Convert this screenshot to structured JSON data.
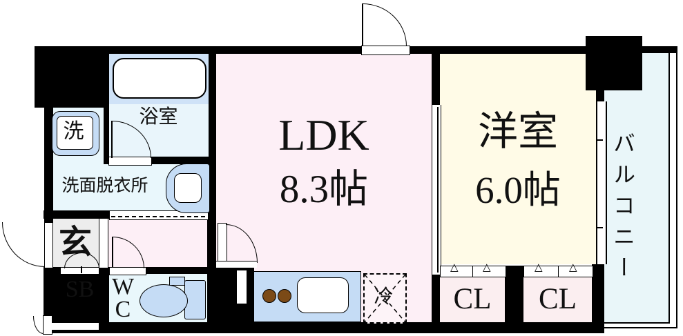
{
  "rooms": {
    "ldk": {
      "label": "LDK",
      "size": "8.3帖"
    },
    "western": {
      "label": "洋室",
      "size": "6.0帖"
    },
    "balcony": {
      "label": "バルコニー"
    },
    "bathroom": {
      "label": "浴室"
    },
    "washroom": {
      "label": "洗面脱衣所"
    },
    "entrance": {
      "label": "玄"
    },
    "shoebox": {
      "label": "SB"
    },
    "wc": {
      "line1": "W",
      "line2": "C"
    },
    "washer": {
      "label": "洗"
    },
    "fridge": {
      "label": "冷"
    },
    "closet_left": {
      "label": "CL"
    },
    "closet_right": {
      "label": "CL"
    }
  },
  "icons": {
    "fold_door_marker": "△"
  },
  "colors": {
    "wall": "#000000",
    "ldk_floor": "#fdeff6",
    "western_floor": "#fffbe7",
    "balcony_floor": "#e9f6f9",
    "bathroom_platform": "#cfe2f7",
    "bathroom_floor": "#e9f5fb",
    "washroom_floor": "#e9f7fc",
    "wc_floor": "#e9f7fb",
    "entrance_floor": "#ededed",
    "closet_floor": "#fbeef0",
    "fixture_blue": "#c5dcf5",
    "burner_brown": "#7b4a17"
  }
}
